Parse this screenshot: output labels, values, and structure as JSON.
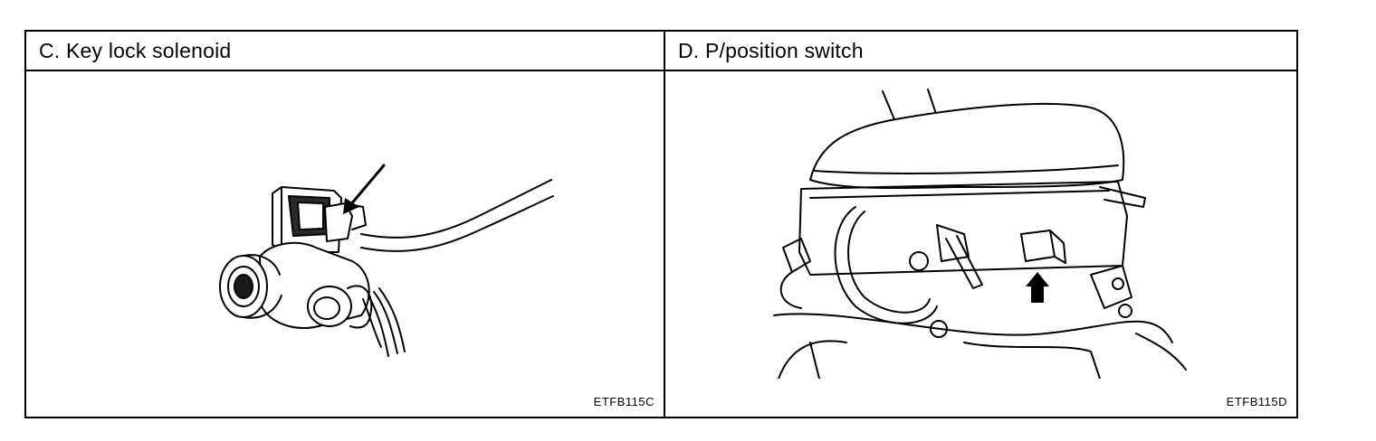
{
  "panels": [
    {
      "title": "C. Key lock solenoid",
      "code": "ETFB115C",
      "illustration": "key-lock-solenoid-drawing"
    },
    {
      "title": "D. P/position switch",
      "code": "ETFB115D",
      "illustration": "p-position-switch-drawing"
    }
  ]
}
